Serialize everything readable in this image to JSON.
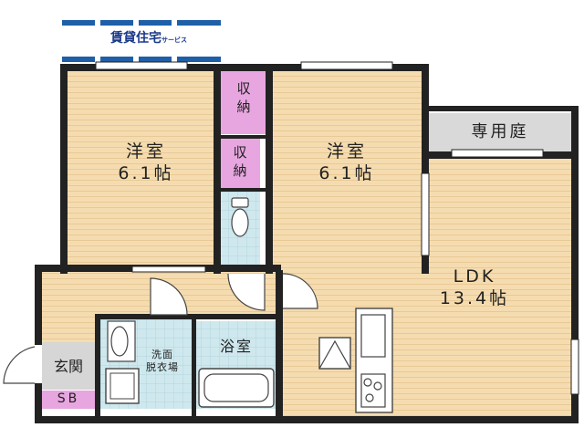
{
  "brand": {
    "name": "賃貸住宅",
    "suffix": "サービス"
  },
  "rooms": {
    "western_left": {
      "name": "洋室",
      "size": "6.1帖"
    },
    "western_right": {
      "name": "洋室",
      "size": "6.1帖"
    },
    "ldk": {
      "name": "LDK",
      "size": "13.4帖"
    },
    "storage_top": "収納",
    "storage_mid": "収納",
    "private_garden": "専用庭",
    "bathroom": "浴室",
    "washroom_line1": "洗面",
    "washroom_line2": "脱衣場",
    "entrance": "玄関",
    "shoe_box": "SB"
  },
  "colors": {
    "wood_floor": "#f5dcb0",
    "tile_floor": "#cfe8ee",
    "storage": "#e7a6df",
    "garden": "#d9d9d9",
    "entrance_floor": "#d6d6d6",
    "wall": "#222222",
    "brand_blue": "#1e5fa8",
    "brand_text": "#1b3a8a"
  }
}
